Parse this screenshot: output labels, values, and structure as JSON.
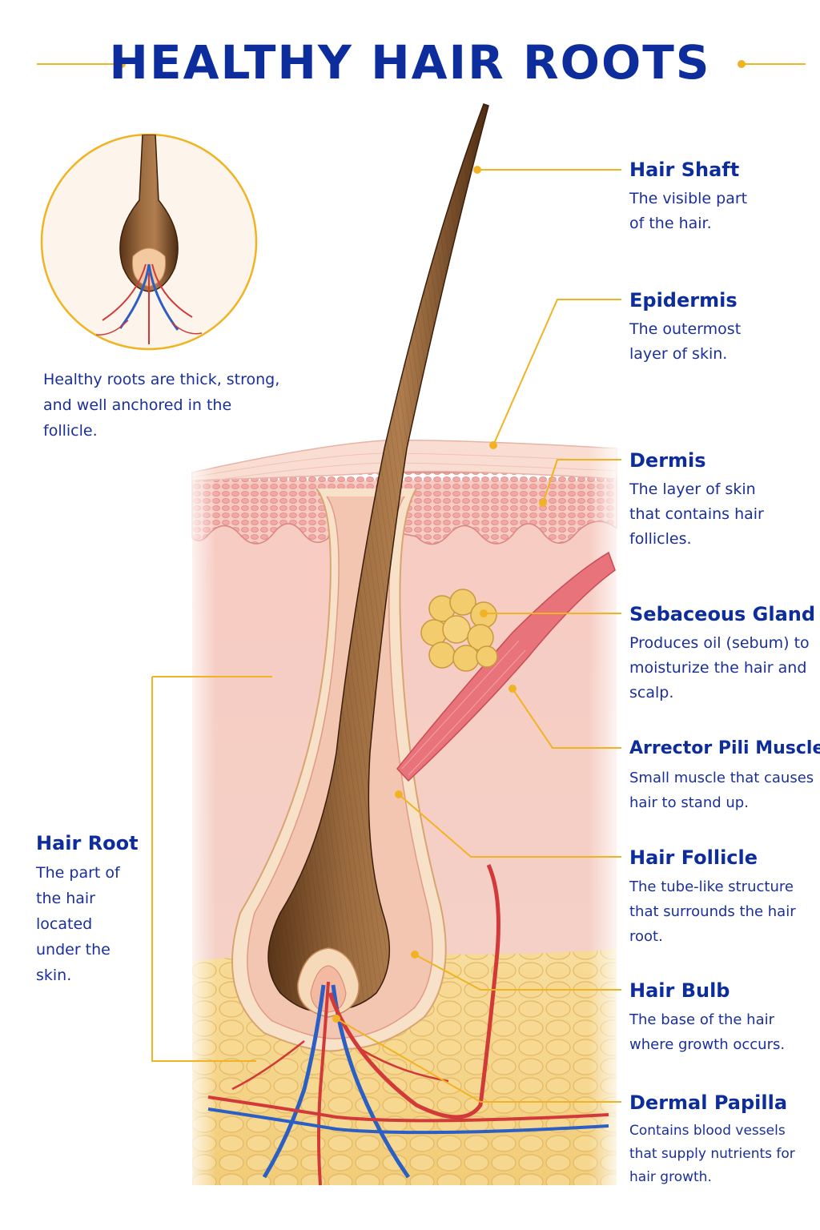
{
  "title": "HEALTHY HAIR ROOTS",
  "inset_caption": "Healthy roots are thick, strong, and well anchored in the follicle.",
  "colors": {
    "title_blue": "#0d2d9c",
    "leader_gold": "#f0b323",
    "hair_brown": "#8a5a33",
    "skin_pink": "#f6c8c0",
    "fat_yellow": "#f5d78a"
  },
  "labels": {
    "hair_shaft": {
      "title": "Hair Shaft",
      "desc": "The visible part of the hair."
    },
    "epidermis": {
      "title": "Epidermis",
      "desc": "The outermost layer of skin."
    },
    "dermis": {
      "title": "Dermis",
      "desc": "The layer of skin that contains hair follicles."
    },
    "sebaceous_gland": {
      "title": "Sebaceous Gland",
      "desc": "Produces oil (sebum) to moisturize the hair and scalp."
    },
    "arrector_pili": {
      "title": "Arrector Pili Muscle",
      "desc": "Small muscle that causes hair to stand up."
    },
    "hair_follicle": {
      "title": "Hair Follicle",
      "desc": "The tube-like structure that surrounds the hair root."
    },
    "hair_bulb": {
      "title": "Hair Bulb",
      "desc": "The base of the hair where growth occurs."
    },
    "dermal_papilla": {
      "title": "Dermal Papilla",
      "desc": "Contains blood vessels that supply nutrients for hair growth."
    },
    "hair_root": {
      "title": "Hair Root",
      "desc": "The part of the hair located under the skin."
    }
  }
}
